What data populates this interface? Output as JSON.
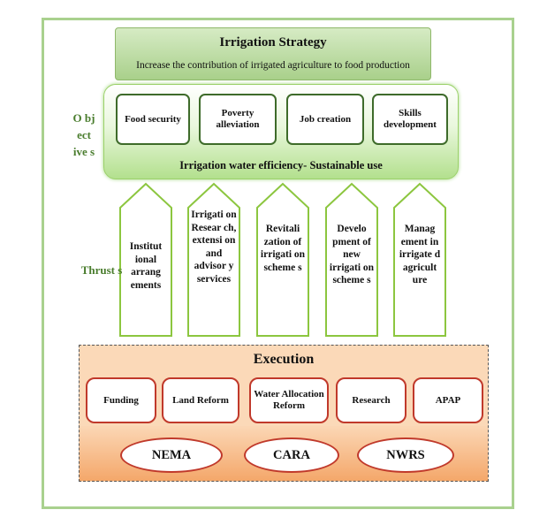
{
  "strategy": {
    "title": "Irrigation Strategy",
    "subtitle": "Increase the contribution of irrigated agriculture to food production"
  },
  "objectives": {
    "side_label": "O bj ect ive s",
    "items": [
      "Food security",
      "Poverty alleviation",
      "Job creation",
      "Skills development"
    ],
    "efficiency": "Irrigation water efficiency- Sustainable use"
  },
  "thrusts": {
    "side_label": "Thrust s",
    "items": [
      "Institut ional arrang ements",
      "Irrigati on Resear ch, extensi on and advisor y services",
      "Revitali zation of irrigati on scheme s",
      "Develo pment of new irrigati on scheme s",
      "Manag ement in irrigate d agricult ure"
    ]
  },
  "execution": {
    "title": "Execution",
    "items": [
      "Funding",
      "Land Reform",
      "Water Allocation Reform",
      "Research",
      "APAP"
    ],
    "agencies": [
      "NEMA",
      "CARA",
      "NWRS"
    ]
  },
  "colors": {
    "frame_green": "#a9d18e",
    "label_green": "#4a7d2e",
    "objective_border": "#3e6b2a",
    "thrust_arrow_border": "#8cc63f",
    "execution_border": "#c0392b",
    "execution_fill": "#fbd9b8"
  }
}
